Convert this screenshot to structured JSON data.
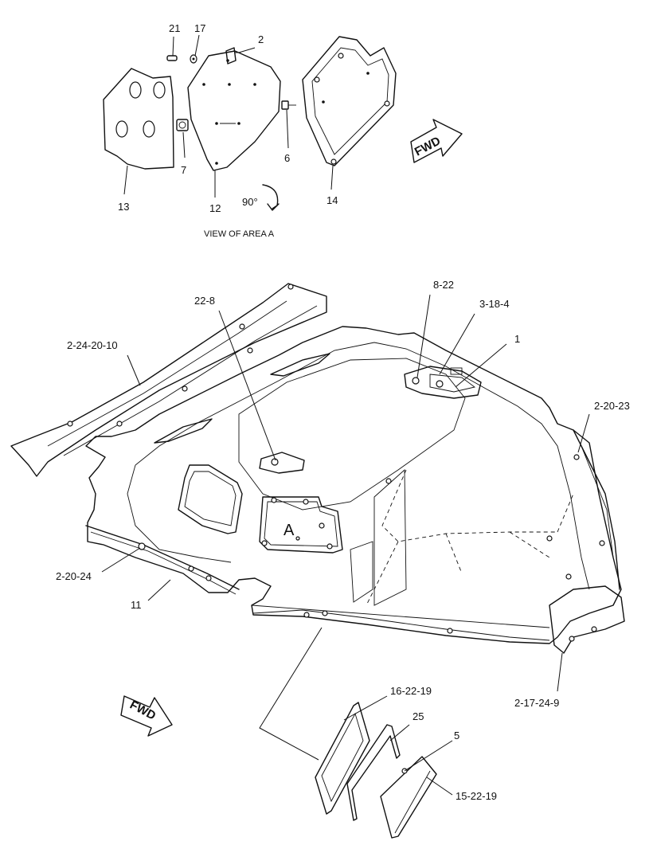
{
  "view_caption": "VIEW OF AREA  A",
  "rotation_label": "90°",
  "area_marker": "A",
  "fwd_label": "FWD",
  "callouts": {
    "c21": "21",
    "c17": "17",
    "c2": "2",
    "c6": "6",
    "c7": "7",
    "c13": "13",
    "c12": "12",
    "c14": "14",
    "c22_8": "22-8",
    "c8_22": "8-22",
    "c3_18_4": "3-18-4",
    "c1": "1",
    "c2_24_20_10": "2-24-20-10",
    "c2_20_23": "2-20-23",
    "c2_20_24": "2-20-24",
    "c11": "11",
    "c2_17_24_9": "2-17-24-9",
    "c16_22_19": "16-22-19",
    "c25": "25",
    "c5": "5",
    "c15_22_19": "15-22-19"
  }
}
